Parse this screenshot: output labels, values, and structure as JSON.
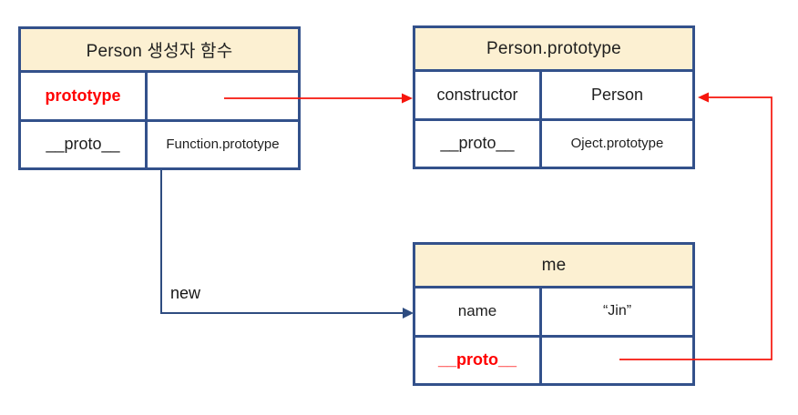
{
  "colors": {
    "border": "#33518B",
    "header_fill": "#FCF0D2",
    "key_red": "#FF0000",
    "arrow_red": "#F6150C",
    "arrow_blue": "#2E4C80"
  },
  "tables": {
    "person_constructor": {
      "title": "Person 생성자 함수",
      "rows": [
        {
          "key": "prototype",
          "value": ""
        },
        {
          "key": "__proto__",
          "value": "Function.prototype"
        }
      ]
    },
    "person_prototype": {
      "title": "Person.prototype",
      "rows": [
        {
          "key": "constructor",
          "value": "Person"
        },
        {
          "key": "__proto__",
          "value": "Oject.prototype"
        }
      ]
    },
    "me": {
      "title": "me",
      "rows": [
        {
          "key": "name",
          "value": "“Jin”"
        },
        {
          "key": "__proto__",
          "value": ""
        }
      ]
    }
  },
  "labels": {
    "new_keyword": "new"
  }
}
